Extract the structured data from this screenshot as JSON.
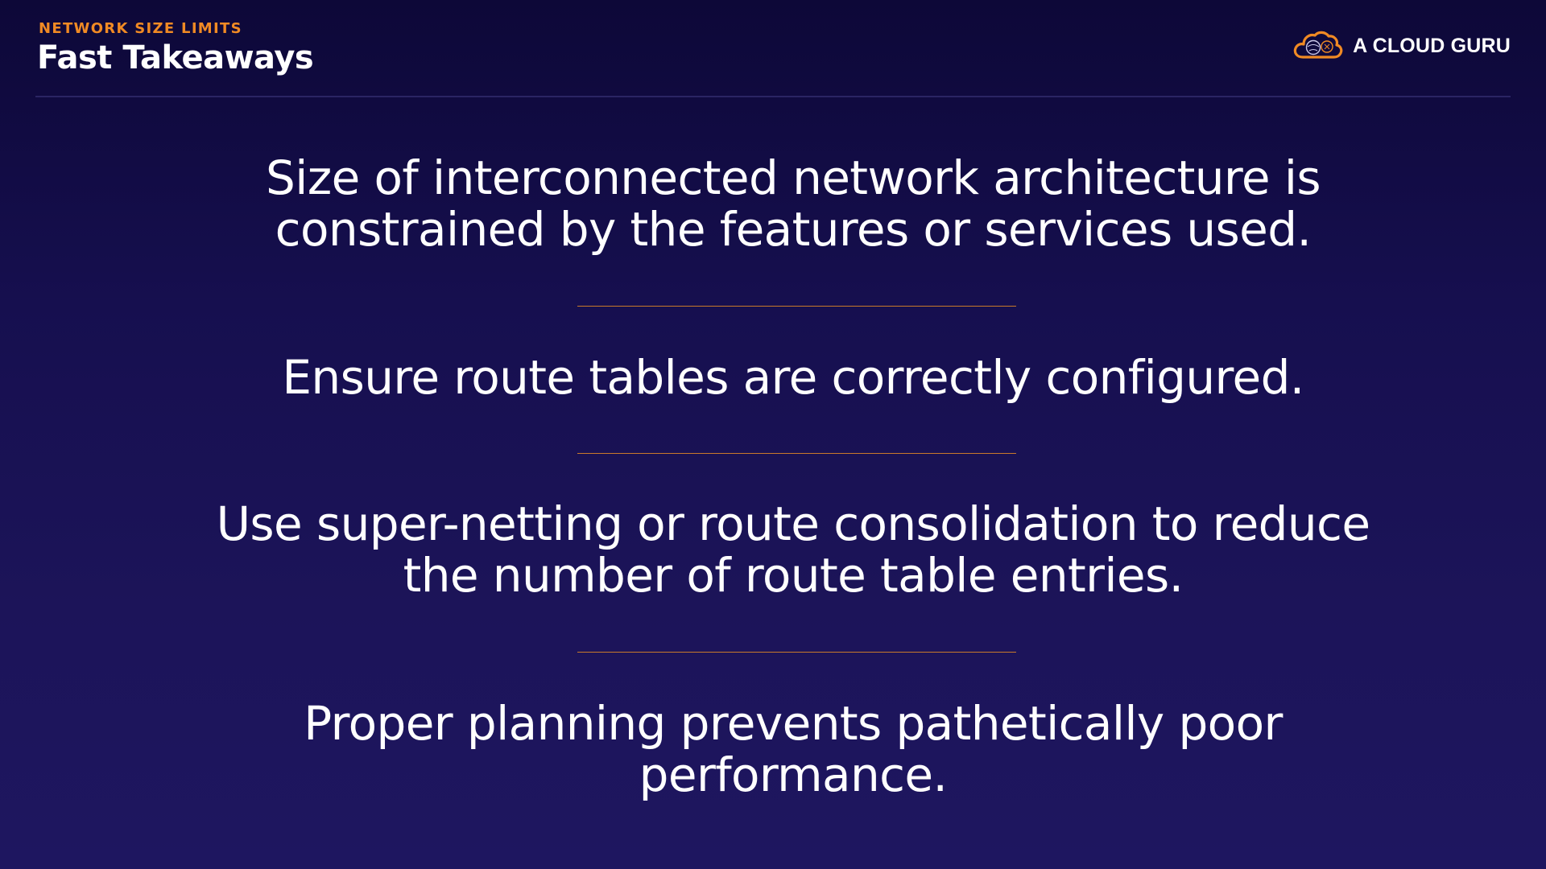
{
  "header": {
    "section_label": "NETWORK SIZE LIMITS",
    "title": "Fast Takeaways",
    "brand_name": "A CLOUD GURU",
    "brand_icon": "cloud-logo-icon"
  },
  "colors": {
    "background_top": "#0d0838",
    "background_bottom": "#1e1660",
    "accent_orange": "#f08a24",
    "divider": "#c97a2a",
    "text": "#ffffff"
  },
  "takeaways": [
    "Size of interconnected network architecture is constrained by the features or services used.",
    "Ensure route tables are correctly configured.",
    "Use super-netting or route consolidation to reduce the number of route table entries.",
    "Proper planning prevents pathetically poor performance."
  ]
}
